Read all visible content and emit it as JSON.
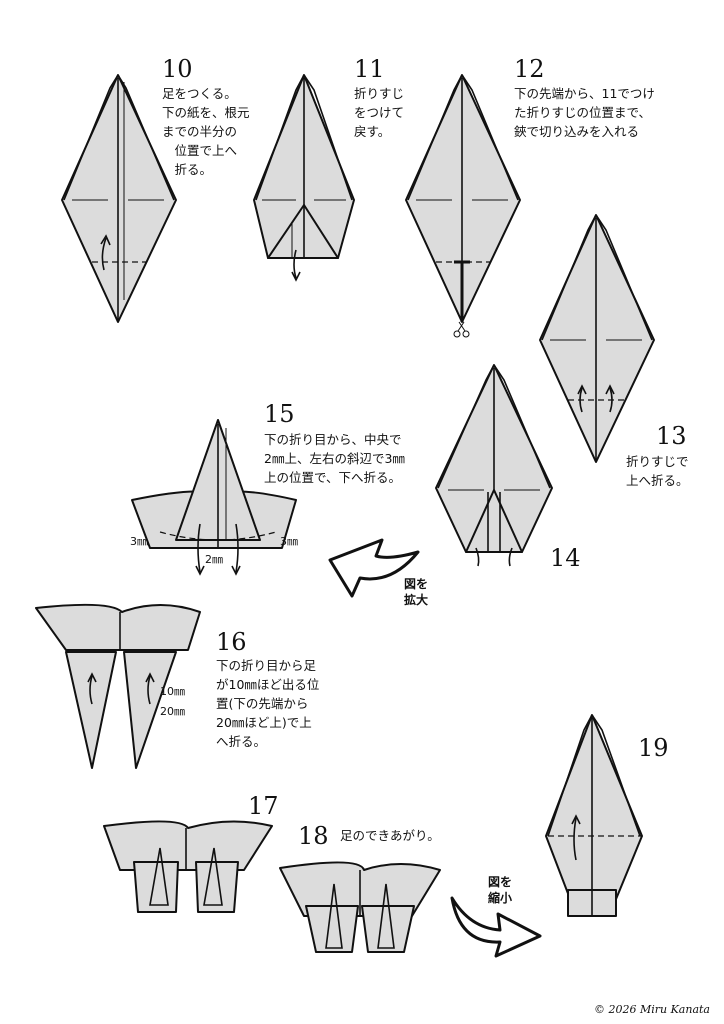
{
  "steps": [
    {
      "number": "10",
      "text": "足をつくる。\n下の紙を、根元\nまでの半分の\n　位置で上へ\n　折る。"
    },
    {
      "number": "11",
      "text": "折りすじ\nをつけて\n戻す。"
    },
    {
      "number": "12",
      "text": "下の先端から、11でつけ\nた折りすじの位置まで、\n鋏で切り込みを入れる"
    },
    {
      "number": "13",
      "text": "折りすじで\n上へ折る。"
    },
    {
      "number": "14",
      "text": ""
    },
    {
      "number": "15",
      "text": "下の折り目から、中央で\n2㎜上、左右の斜辺で3㎜\n上の位置で、下へ折る。"
    },
    {
      "number": "16",
      "text": "下の折り目から足\nが10㎜ほど出る位\n置(下の先端から\n20㎜ほど上)で上\nへ折る。"
    },
    {
      "number": "17",
      "text": ""
    },
    {
      "number": "18",
      "text": "足のできあがり。"
    },
    {
      "number": "19",
      "text": ""
    }
  ],
  "measures": {
    "left": "3㎜",
    "right": "3㎜",
    "center": "2㎜",
    "upper": "10㎜",
    "lower": "20㎜"
  },
  "labels": {
    "enlarge": "図を\n拡大",
    "reduce": "図を\n縮小"
  },
  "icons": [
    "scissors-icon"
  ],
  "copyright": "© 2026 Miru Kanata",
  "colors": {
    "paper": "#dcdcdc",
    "line": "#111111"
  }
}
